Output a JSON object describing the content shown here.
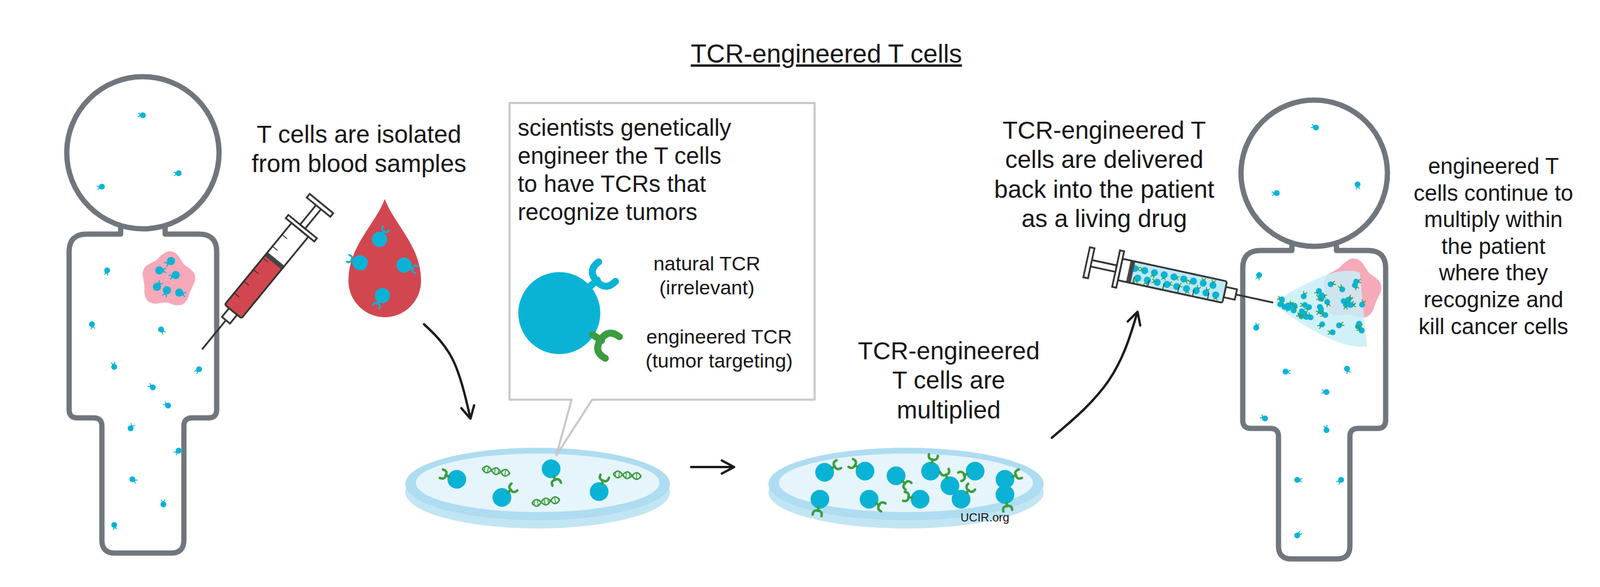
{
  "diagram": {
    "title": "TCR-engineered T cells",
    "nodes": [
      {
        "text": [
          "scientists genetically engineer the T cells to have TCRs that recognize tumors",
          "natural TCR (irrelevant)",
          "engineered TCR (tumor targeting)"
        ]
      }
    ],
    "labels": [
      "T cells are isolated from blood samples",
      "TCR-engineered T cells are multiplied",
      "TCR-engineered T cells are delivered back into the patient as a living drug",
      "engineered T cells continue to multiply within the patient where they recognize and kill cancer cells",
      "UCIR.org"
    ]
  }
}
